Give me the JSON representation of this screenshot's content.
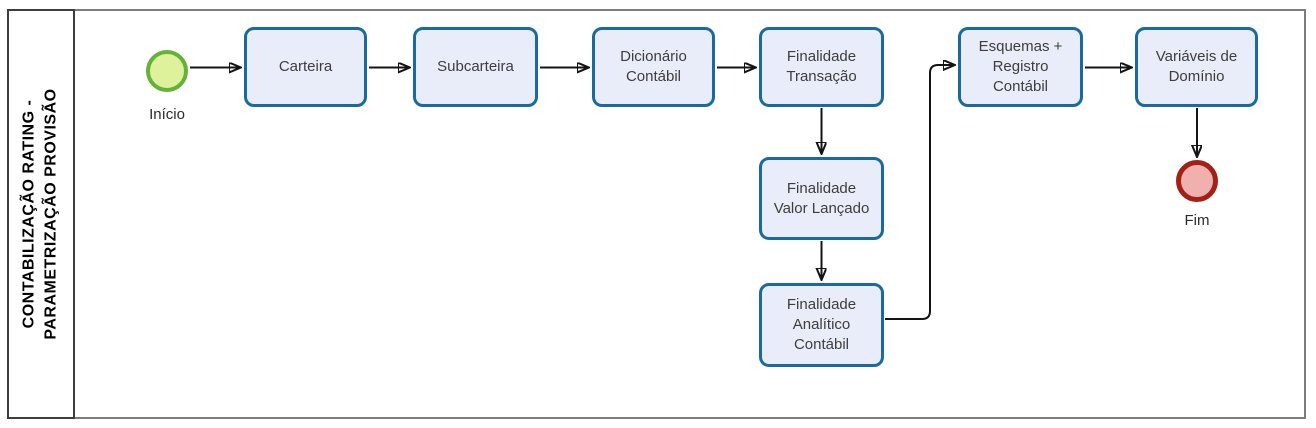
{
  "lane": {
    "title": "CONTABILIZAÇÃO RATING -\nPARAMETRIZAÇÃO PROVISÃO"
  },
  "events": {
    "start": {
      "label": "Início"
    },
    "end": {
      "label": "Fim"
    }
  },
  "tasks": {
    "carteira": {
      "label": "Carteira"
    },
    "subcarteira": {
      "label": "Subcarteira"
    },
    "dicionario_contabil": {
      "label": "Dicionário\nContábil"
    },
    "finalidade_transacao": {
      "label": "Finalidade\nTransação"
    },
    "finalidade_valor_lancado": {
      "label": "Finalidade\nValor Lançado"
    },
    "finalidade_analitico_contabil": {
      "label": "Finalidade\nAnalítico\nContábil"
    },
    "esquemas_registro_contabil": {
      "label": "Esquemas +\nRegistro\nContábil"
    },
    "variaveis_dominio": {
      "label": "Variáveis de\nDomínio"
    }
  },
  "flows": [
    {
      "from": "Início",
      "to": "Carteira"
    },
    {
      "from": "Carteira",
      "to": "Subcarteira"
    },
    {
      "from": "Subcarteira",
      "to": "Dicionário Contábil"
    },
    {
      "from": "Dicionário Contábil",
      "to": "Finalidade Transação"
    },
    {
      "from": "Finalidade Transação",
      "to": "Finalidade Valor Lançado"
    },
    {
      "from": "Finalidade Valor Lançado",
      "to": "Finalidade Analítico Contábil"
    },
    {
      "from": "Finalidade Analítico Contábil",
      "to": "Esquemas + Registro Contábil"
    },
    {
      "from": "Esquemas + Registro Contábil",
      "to": "Variáveis de Domínio"
    },
    {
      "from": "Variáveis de Domínio",
      "to": "Fim"
    }
  ],
  "colors": {
    "task_fill": "#e9edfa",
    "task_border": "#1a6a9f",
    "start_fill": "#def29c",
    "start_border": "#66b237",
    "end_fill": "#f0b1ae",
    "end_border": "#a32016",
    "pool_border": "#7c7c7c",
    "lane_border": "#3d3d3d",
    "connector": "#141414"
  }
}
